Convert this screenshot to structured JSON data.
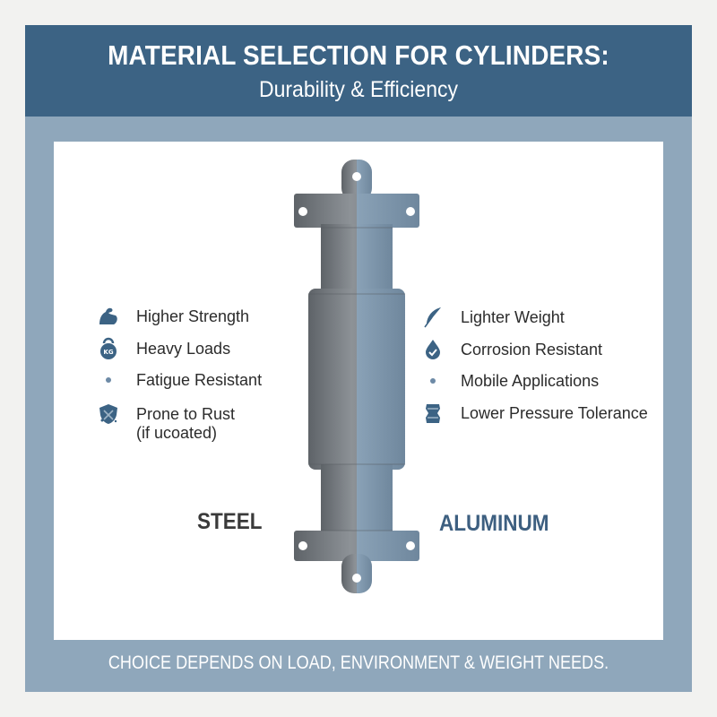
{
  "header": {
    "title": "MATERIAL SELECTION FOR CYLINDERS:",
    "subtitle": "Durability & Efficiency"
  },
  "left": {
    "material": "STEEL",
    "features": [
      {
        "label": "Higher Strength",
        "icon": "flexed-arm-icon"
      },
      {
        "label": "Heavy Loads",
        "icon": "kettlebell-icon"
      },
      {
        "label": "Fatigue Resistant",
        "icon": "dot-icon"
      },
      {
        "label": "Prone to Rust",
        "icon": "rusted-shield-icon"
      }
    ],
    "note": "(if ucoated)"
  },
  "right": {
    "material": "ALUMINUM",
    "features": [
      {
        "label": "Lighter Weight",
        "icon": "feather-icon"
      },
      {
        "label": "Corrosion Resistant",
        "icon": "water-drop-check-icon"
      },
      {
        "label": "Mobile Applications",
        "icon": "dot-icon"
      },
      {
        "label": "Lower Pressure Tolerance",
        "icon": "dented-can-icon"
      }
    ]
  },
  "icon_text": {
    "kettlebell": "KG"
  },
  "footer": "CHOICE DEPENDS ON LOAD, ENVIRONMENT & WEIGHT NEEDS.",
  "colors": {
    "frame": "#8fa7bb",
    "header": "#3c6384",
    "steel_label": "#3a3a3a",
    "aluminum_label": "#3d5f80",
    "icon": "#3c6384",
    "steel": "#7b8085",
    "aluminum": "#8ea6bc"
  }
}
